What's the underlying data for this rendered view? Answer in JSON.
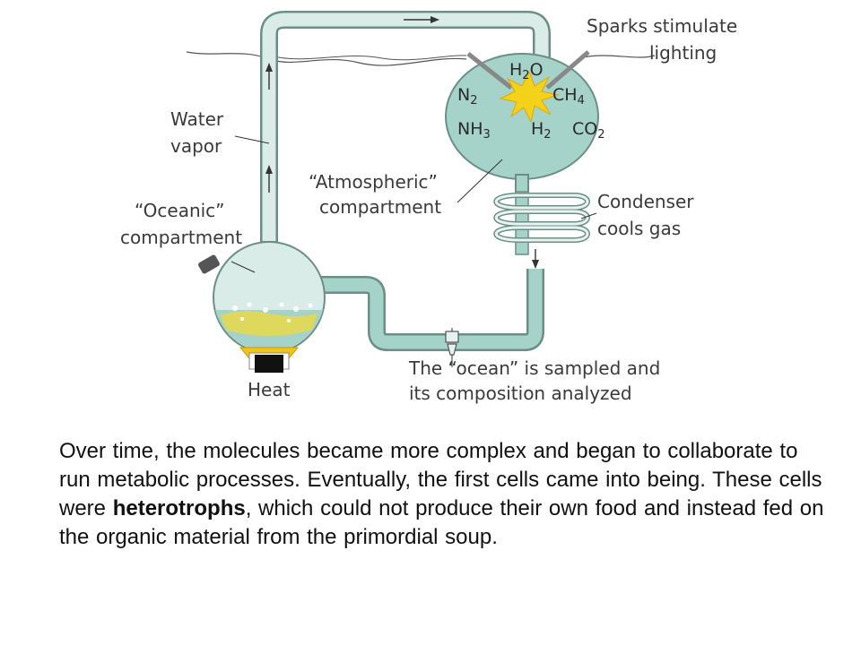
{
  "diagram": {
    "labels": {
      "sparks": [
        "Sparks stimulate",
        "lighting"
      ],
      "water_vapor": [
        "Water",
        "vapor"
      ],
      "atmospheric": [
        "“Atmospheric”",
        "compartment"
      ],
      "oceanic": [
        "“Oceanic”",
        "compartment"
      ],
      "condenser": [
        "Condenser",
        "cools gas"
      ],
      "ocean_sampled": [
        "The “ocean” is sampled and",
        "its composition analyzed"
      ],
      "heat": "Heat"
    },
    "gases": {
      "water": {
        "base": "H",
        "sub": "2",
        "tail": "O"
      },
      "nitrogen": {
        "base": "N",
        "sub": "2"
      },
      "ammonia": {
        "base": "NH",
        "sub": "3"
      },
      "hydrogen": {
        "base": "H",
        "sub": "2"
      },
      "methane": {
        "base": "CH",
        "sub": "4"
      },
      "carbon_dioxide": {
        "base": "CO",
        "sub": "2"
      }
    },
    "colors": {
      "liquid": "#a6d3c9",
      "outline": "#6b8f87",
      "spark": "#f4d21a",
      "heater": "#f0c419"
    }
  },
  "caption": {
    "part1": "Over time, the molecules became more complex and began to collaborate to run metabolic processes. Eventually, the first cells came into being. These cells were ",
    "bold": "heterotrophs",
    "part2": ", which could not produce their own food and instead fed on the organic material from the primordial soup."
  }
}
